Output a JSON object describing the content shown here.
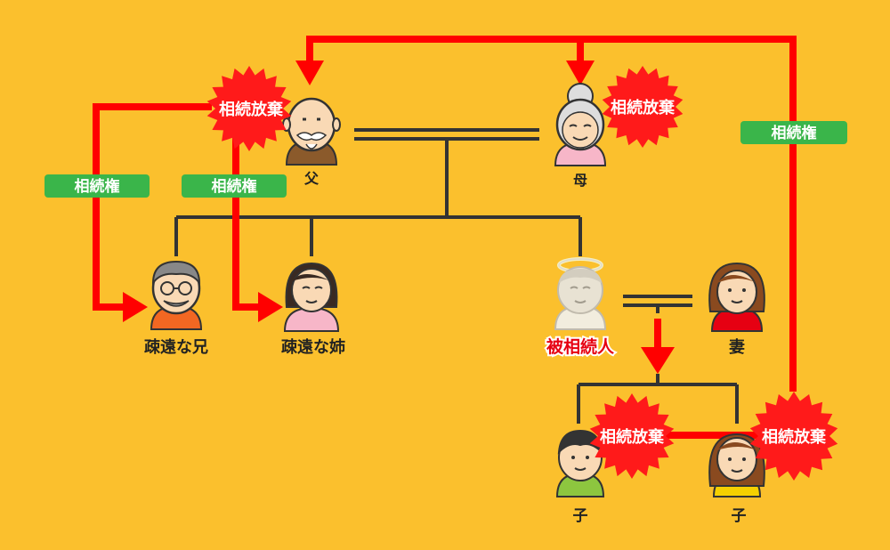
{
  "colors": {
    "background": "#fbc02d",
    "arrow": "#ff0000",
    "line": "#333333",
    "badge": "#3ab54a",
    "burst": "#ff1a1a",
    "deceased_label": "#e60012"
  },
  "people": {
    "father": "父",
    "mother": "母",
    "brother": "疎遠な兄",
    "sister": "疎遠な姉",
    "deceased": "被相続人",
    "wife": "妻",
    "child1": "子",
    "child2": "子"
  },
  "labels": {
    "renounce": "相続放棄",
    "right": "相続権"
  },
  "icons": {
    "father": "elderly-man-mustache-icon",
    "mother": "elderly-woman-icon",
    "brother": "man-glasses-icon",
    "sister": "woman-dark-hair-icon",
    "deceased": "deceased-man-halo-icon",
    "wife": "woman-red-icon",
    "child1": "boy-icon",
    "child2": "girl-icon"
  }
}
